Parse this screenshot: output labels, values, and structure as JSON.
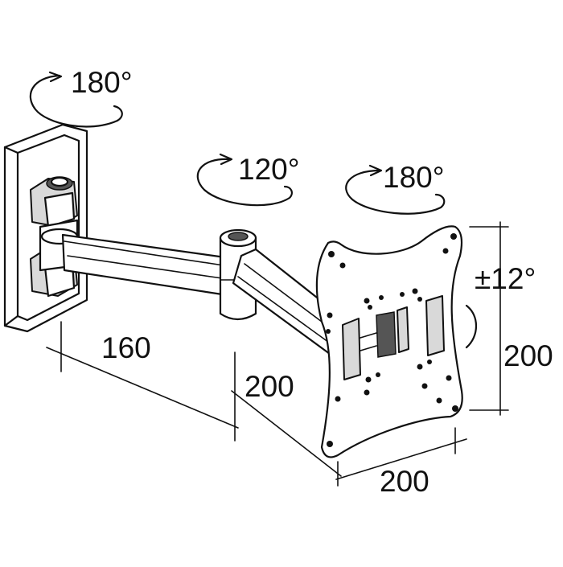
{
  "labels": {
    "wall_rotation": "180°",
    "arm_rotation": "120°",
    "head_rotation": "180°",
    "tilt": "±12°",
    "arm1_length": "160",
    "arm2_length": "200",
    "vesa_height": "200",
    "vesa_width": "200"
  }
}
